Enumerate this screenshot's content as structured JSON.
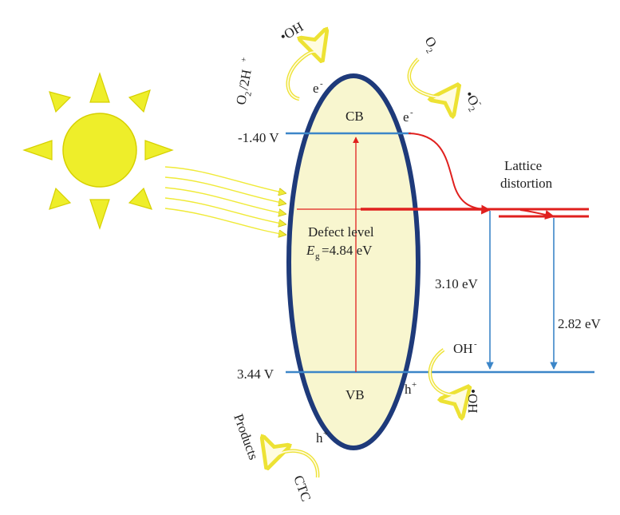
{
  "colors": {
    "sun": "#EEEE2A",
    "sun_stroke": "#D6D000",
    "ellipse_fill": "#F8F6CF",
    "ellipse_stroke": "#1E3A7A",
    "band_blue": "#3C86C8",
    "electron_red": "#E0201E",
    "arrow_yellow": "#F0EA38",
    "text": "#222222"
  },
  "labels": {
    "cb": "CB",
    "vb": "VB",
    "cb_potential": "-1.40 V",
    "vb_potential": "3.44 V",
    "defect_level": "Defect level",
    "eg_symbol": "E",
    "eg_sub": "g",
    "eg_value": "=4.84 eV",
    "lattice_line1": "Lattice",
    "lattice_line2": "distortion",
    "gap_1": "3.10 eV",
    "gap_2": "2.82 eV",
    "electron_top": "e",
    "electron_top_sup": "-",
    "electron_right": "e",
    "electron_right_sup": "-",
    "hole_right": "h",
    "hole_right_sup": "+",
    "hole_bottom": "h",
    "hole_bottom_sup": "+",
    "oh_radical_top": "•OH",
    "o2_2h_o": "O",
    "o2_2h_2": "2",
    "o2_2h_rest": "/2H",
    "o2_2h_sup": "+",
    "o2_right": "O",
    "o2_right_sub": "2",
    "superoxide_o": "•O",
    "superoxide_sub": "2",
    "superoxide_sup": "-",
    "oh_minus": "OH",
    "oh_minus_sup": "-",
    "oh_radical_bottom": "•OH",
    "products": "Products",
    "ctc": "CTC"
  }
}
